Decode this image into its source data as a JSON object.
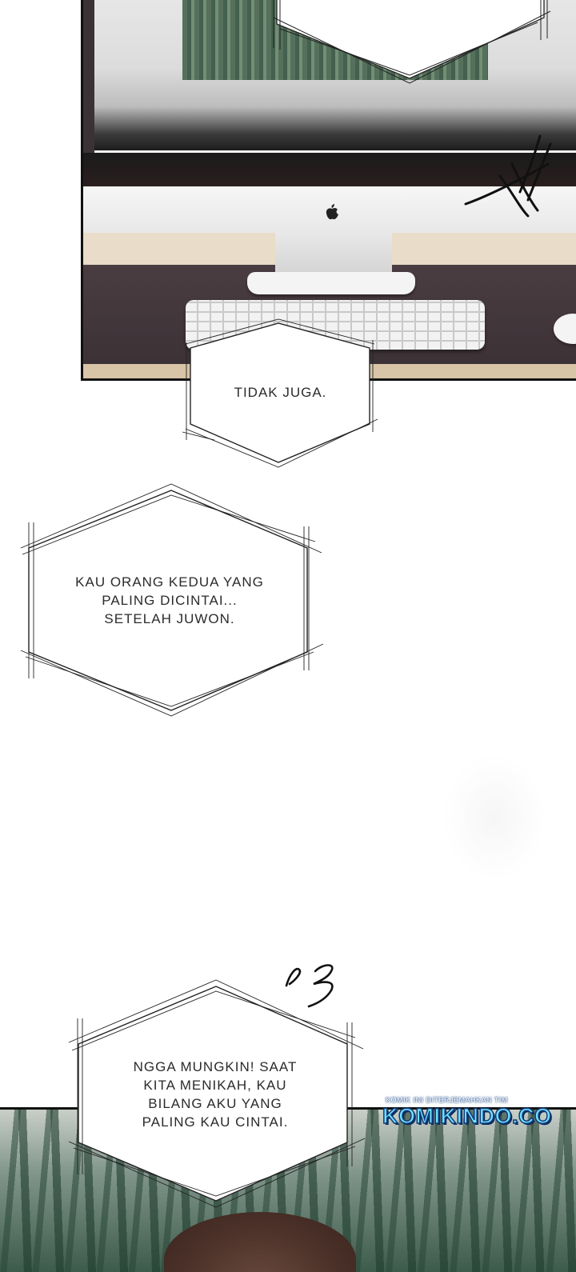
{
  "bubbles": {
    "tidak_juga": "TIDAK JUGA.",
    "kau_orang_kedua": "KAU ORANG KEDUA YANG\nPALING DICINTAI...\nSETELAH JUWON.",
    "ngga_mungkin": "NGGA MUNGKIN! SAAT\nKITA MENIKAH, KAU\nBILANG AKU YANG\nPALING KAU CINTAI."
  },
  "watermark": {
    "small": "KOMIK INI DITERJEMAHKAN TIM",
    "big": "KOMIKINDO.CO"
  },
  "colors": {
    "ink": "#2b2b2b",
    "watermark_fill": "#6fe4ff",
    "watermark_stroke": "#123a7a"
  }
}
